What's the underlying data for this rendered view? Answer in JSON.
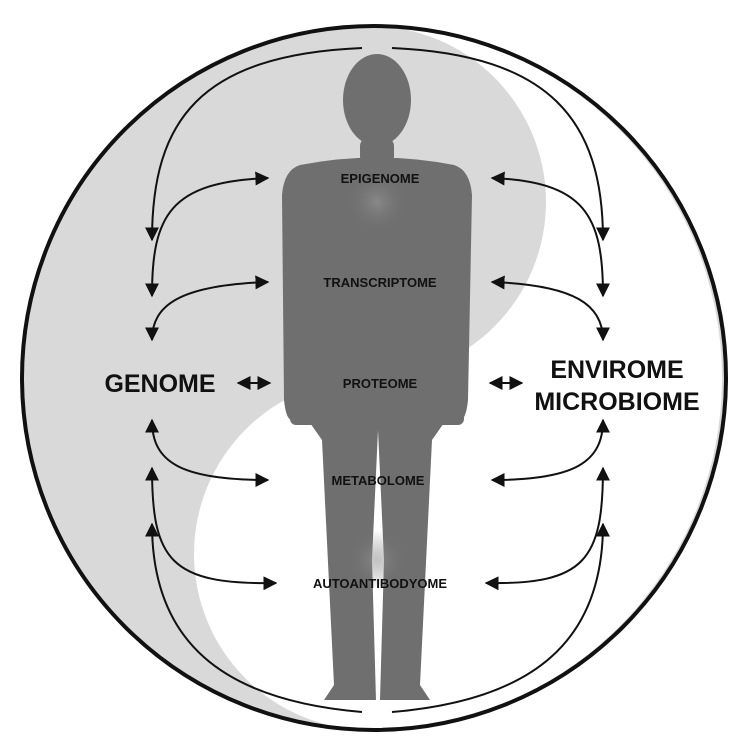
{
  "diagram": {
    "left_label": "GENOME",
    "right_label_line1": "ENVIROME",
    "right_label_line2": "MICROBIOME",
    "layers": {
      "epigenome": "EPIGENOME",
      "transcriptome": "TRANSCRIPTOME",
      "proteome": "PROTEOME",
      "metabolome": "METABOLOME",
      "autoantibodyome": "AUTOANTIBODYOME"
    },
    "colors": {
      "background": "#ffffff",
      "circle_fill": "#d9d9d9",
      "yin_fill": "#ffffff",
      "body_fill": "#6f6f6f",
      "ink": "#111111"
    }
  }
}
